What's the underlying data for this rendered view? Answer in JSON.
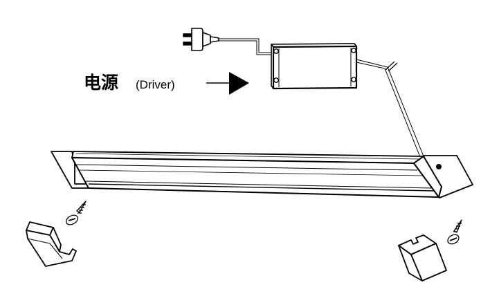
{
  "labels": {
    "driver_cn": "电源",
    "driver_en": "(Driver)"
  },
  "colors": {
    "line": "#000000",
    "fill": "#ffffff",
    "shade": "#d8d8d8"
  },
  "parts": [
    "plug-icon",
    "driver-box",
    "led-bar",
    "end-cap",
    "mounting-screw",
    "mounting-clip"
  ]
}
